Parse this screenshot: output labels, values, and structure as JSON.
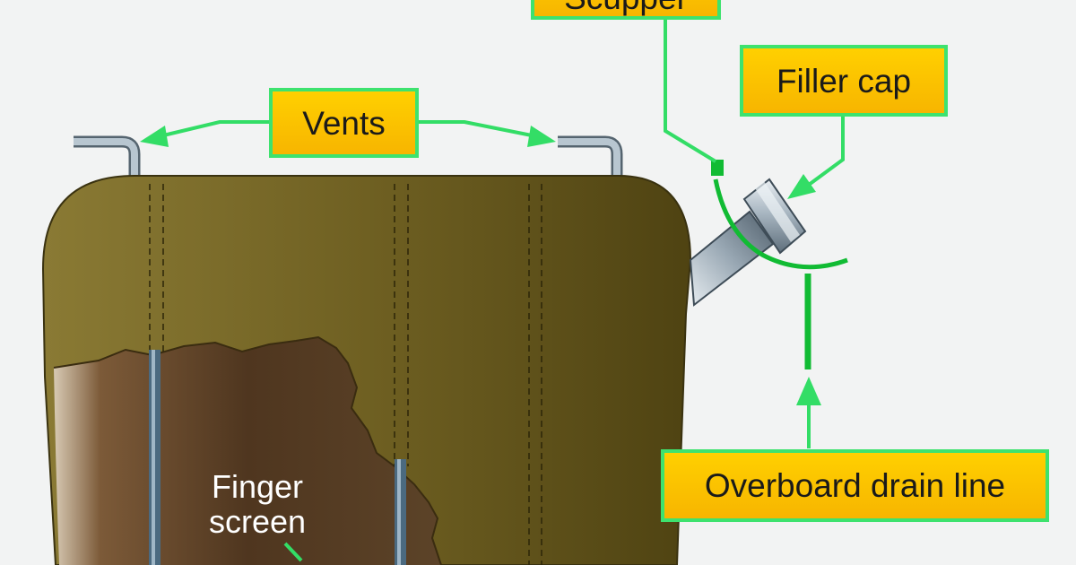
{
  "labels": {
    "top_cropped": "Scupper",
    "filler_cap": "Filler cap",
    "vents": "Vents",
    "overboard_drain_line": "Overboard drain line",
    "finger_screen_line1": "Finger",
    "finger_screen_line2": "screen"
  },
  "colors": {
    "tank": "#7a6a2a",
    "tank_interior": "#5a3e24",
    "callout_fill": "#ffc400",
    "callout_border": "#3ee26e",
    "leader_line": "#33dd66",
    "drain_tube": "#11bb33",
    "pipe_metal": "#a9b7c2"
  }
}
